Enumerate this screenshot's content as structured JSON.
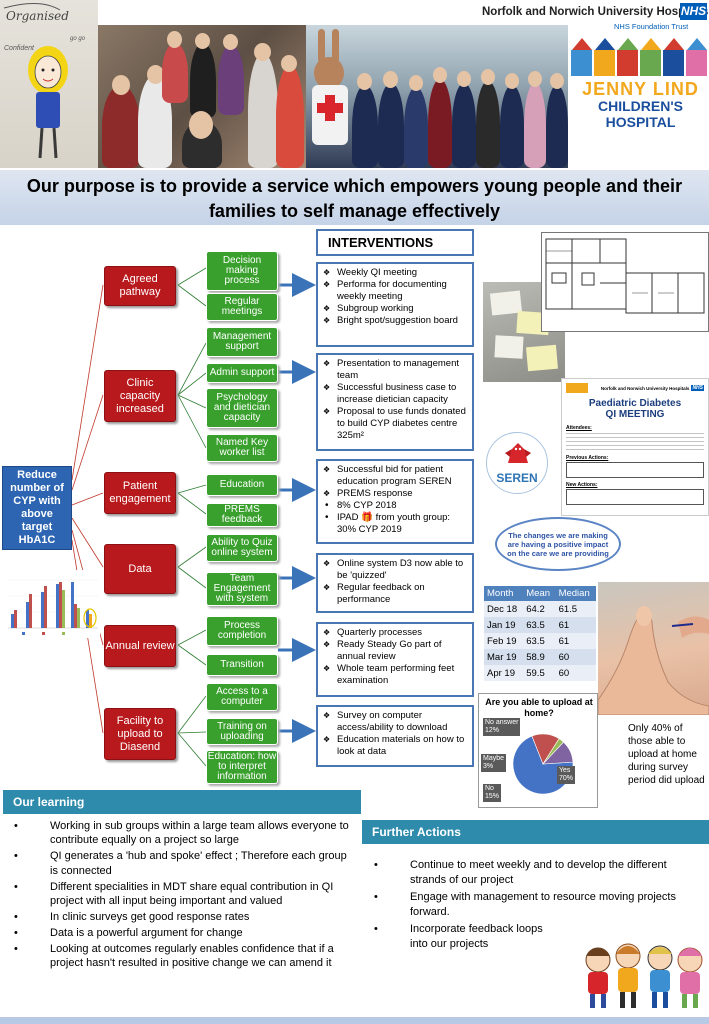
{
  "header": {
    "hospital_name": "Norfolk and Norwich University Hospitals",
    "nhs": "NHS",
    "trust": "NHS Foundation Trust",
    "logo_line1": "JENNY LIND",
    "logo_line2": "CHILDREN'S HOSPITAL"
  },
  "purpose": {
    "line1": "Our purpose is to provide a service which empowers young people and their",
    "line2": "families to self manage effectively"
  },
  "aim": "Reduce number of CYP with above target HbA1C",
  "drivers": [
    {
      "label": "Agreed pathway",
      "secondary": [
        "Decision making process",
        "Regular meetings"
      ]
    },
    {
      "label": "Clinic capacity increased",
      "secondary": [
        "Management support",
        "Admin support",
        "Psychology and dietician capacity",
        "Named Key worker list"
      ]
    },
    {
      "label": "Patient engagement",
      "secondary": [
        "Education",
        "PREMS feedback"
      ]
    },
    {
      "label": "Data",
      "secondary": [
        "Ability to Quiz online system",
        "Team Engagement with system"
      ]
    },
    {
      "label": "Annual review",
      "secondary": [
        "Process completion",
        "Transition"
      ]
    },
    {
      "label": "Facility to upload to Diasend",
      "secondary": [
        "Access to a computer",
        "Training on uploading",
        "Education: how to interpret information"
      ]
    }
  ],
  "interventions": {
    "title": "INTERVENTIONS",
    "groups": [
      [
        "Weekly QI meeting",
        "Performa for documenting weekly meeting",
        "Subgroup working",
        "Bright spot/suggestion board"
      ],
      [
        "Presentation to management team",
        "Successful business case to increase dietician capacity",
        "Proposal to use funds donated to build CYP diabetes centre 325m²"
      ],
      [
        "Successful bid for patient education program SEREN",
        "PREMS response",
        "8% CYP 2018",
        "IPAD 🎁 from youth group: 30% CYP 2019"
      ],
      [
        "Online system D3 now able to be 'quizzed'",
        "Regular feedback on performance"
      ],
      [
        "Quarterly processes",
        "Ready Steady Go part of annual review",
        "Whole team performing feet examination"
      ],
      [
        "Survey on computer access/ability to download",
        "Education materials on how to look at data"
      ]
    ]
  },
  "minutes": {
    "hospital": "Norfolk and Norwich University Hospitals",
    "nhs": "NHS",
    "title_line1": "Paediatric Diabetes",
    "title_line2": "QI MEETING",
    "attendees_label": "Attendees:",
    "previous_actions": "Previous Actions:",
    "new_actions": "New Actions:"
  },
  "seren_label": "SEREN",
  "speech_bubble": "The changes we are making are having a positive impact on the care we are providing",
  "stats_table": {
    "headers": [
      "Month",
      "Mean",
      "Median"
    ],
    "rows": [
      [
        "Dec 18",
        "64.2",
        "61.5"
      ],
      [
        "Jan 19",
        "63.5",
        "61"
      ],
      [
        "Feb 19",
        "63.5",
        "61"
      ],
      [
        "Mar 19",
        "58.9",
        "60"
      ],
      [
        "Apr 19",
        "59.5",
        "60"
      ]
    ]
  },
  "upload_note": "Only 40% of those able to upload at home during survey period did upload",
  "chart_data": {
    "type": "pie",
    "title": "Are you able to upload at home?",
    "labels": [
      "Yes",
      "No",
      "Maybe",
      "No answer"
    ],
    "values": [
      70,
      15,
      3,
      12
    ],
    "label_texts": [
      "Yes 70%",
      "No 15%",
      "Maybe 3%",
      "No answer 12%"
    ],
    "colors": [
      "#4472c4",
      "#c0504d",
      "#9bbb59",
      "#8064a2"
    ]
  },
  "learning": {
    "heading": "Our learning",
    "items": [
      "Working in sub groups within a large team allows everyone to contribute equally on a project so large",
      "QI generates a 'hub and spoke' effect ; Therefore each group is connected",
      "Different specialities in MDT share equal contribution in QI project with all input being important and valued",
      "In clinic surveys get good response rates",
      "Data is a powerful argument for change",
      "Looking at outcomes regularly enables confidence that if a project hasn't resulted in positive change we can amend it"
    ]
  },
  "further_actions": {
    "heading": "Further Actions",
    "items": [
      "Continue to meet weekly and to develop the different strands of our project",
      "Engage with management to resource moving projects forward.",
      "Incorporate feedback loops into our projects"
    ]
  },
  "colors": {
    "aim_blue": "#2d65b2",
    "driver_red": "#b8191d",
    "secondary_green": "#39a02d",
    "section_teal": "#2e8bab",
    "arrow_blue": "#3b73b9"
  }
}
